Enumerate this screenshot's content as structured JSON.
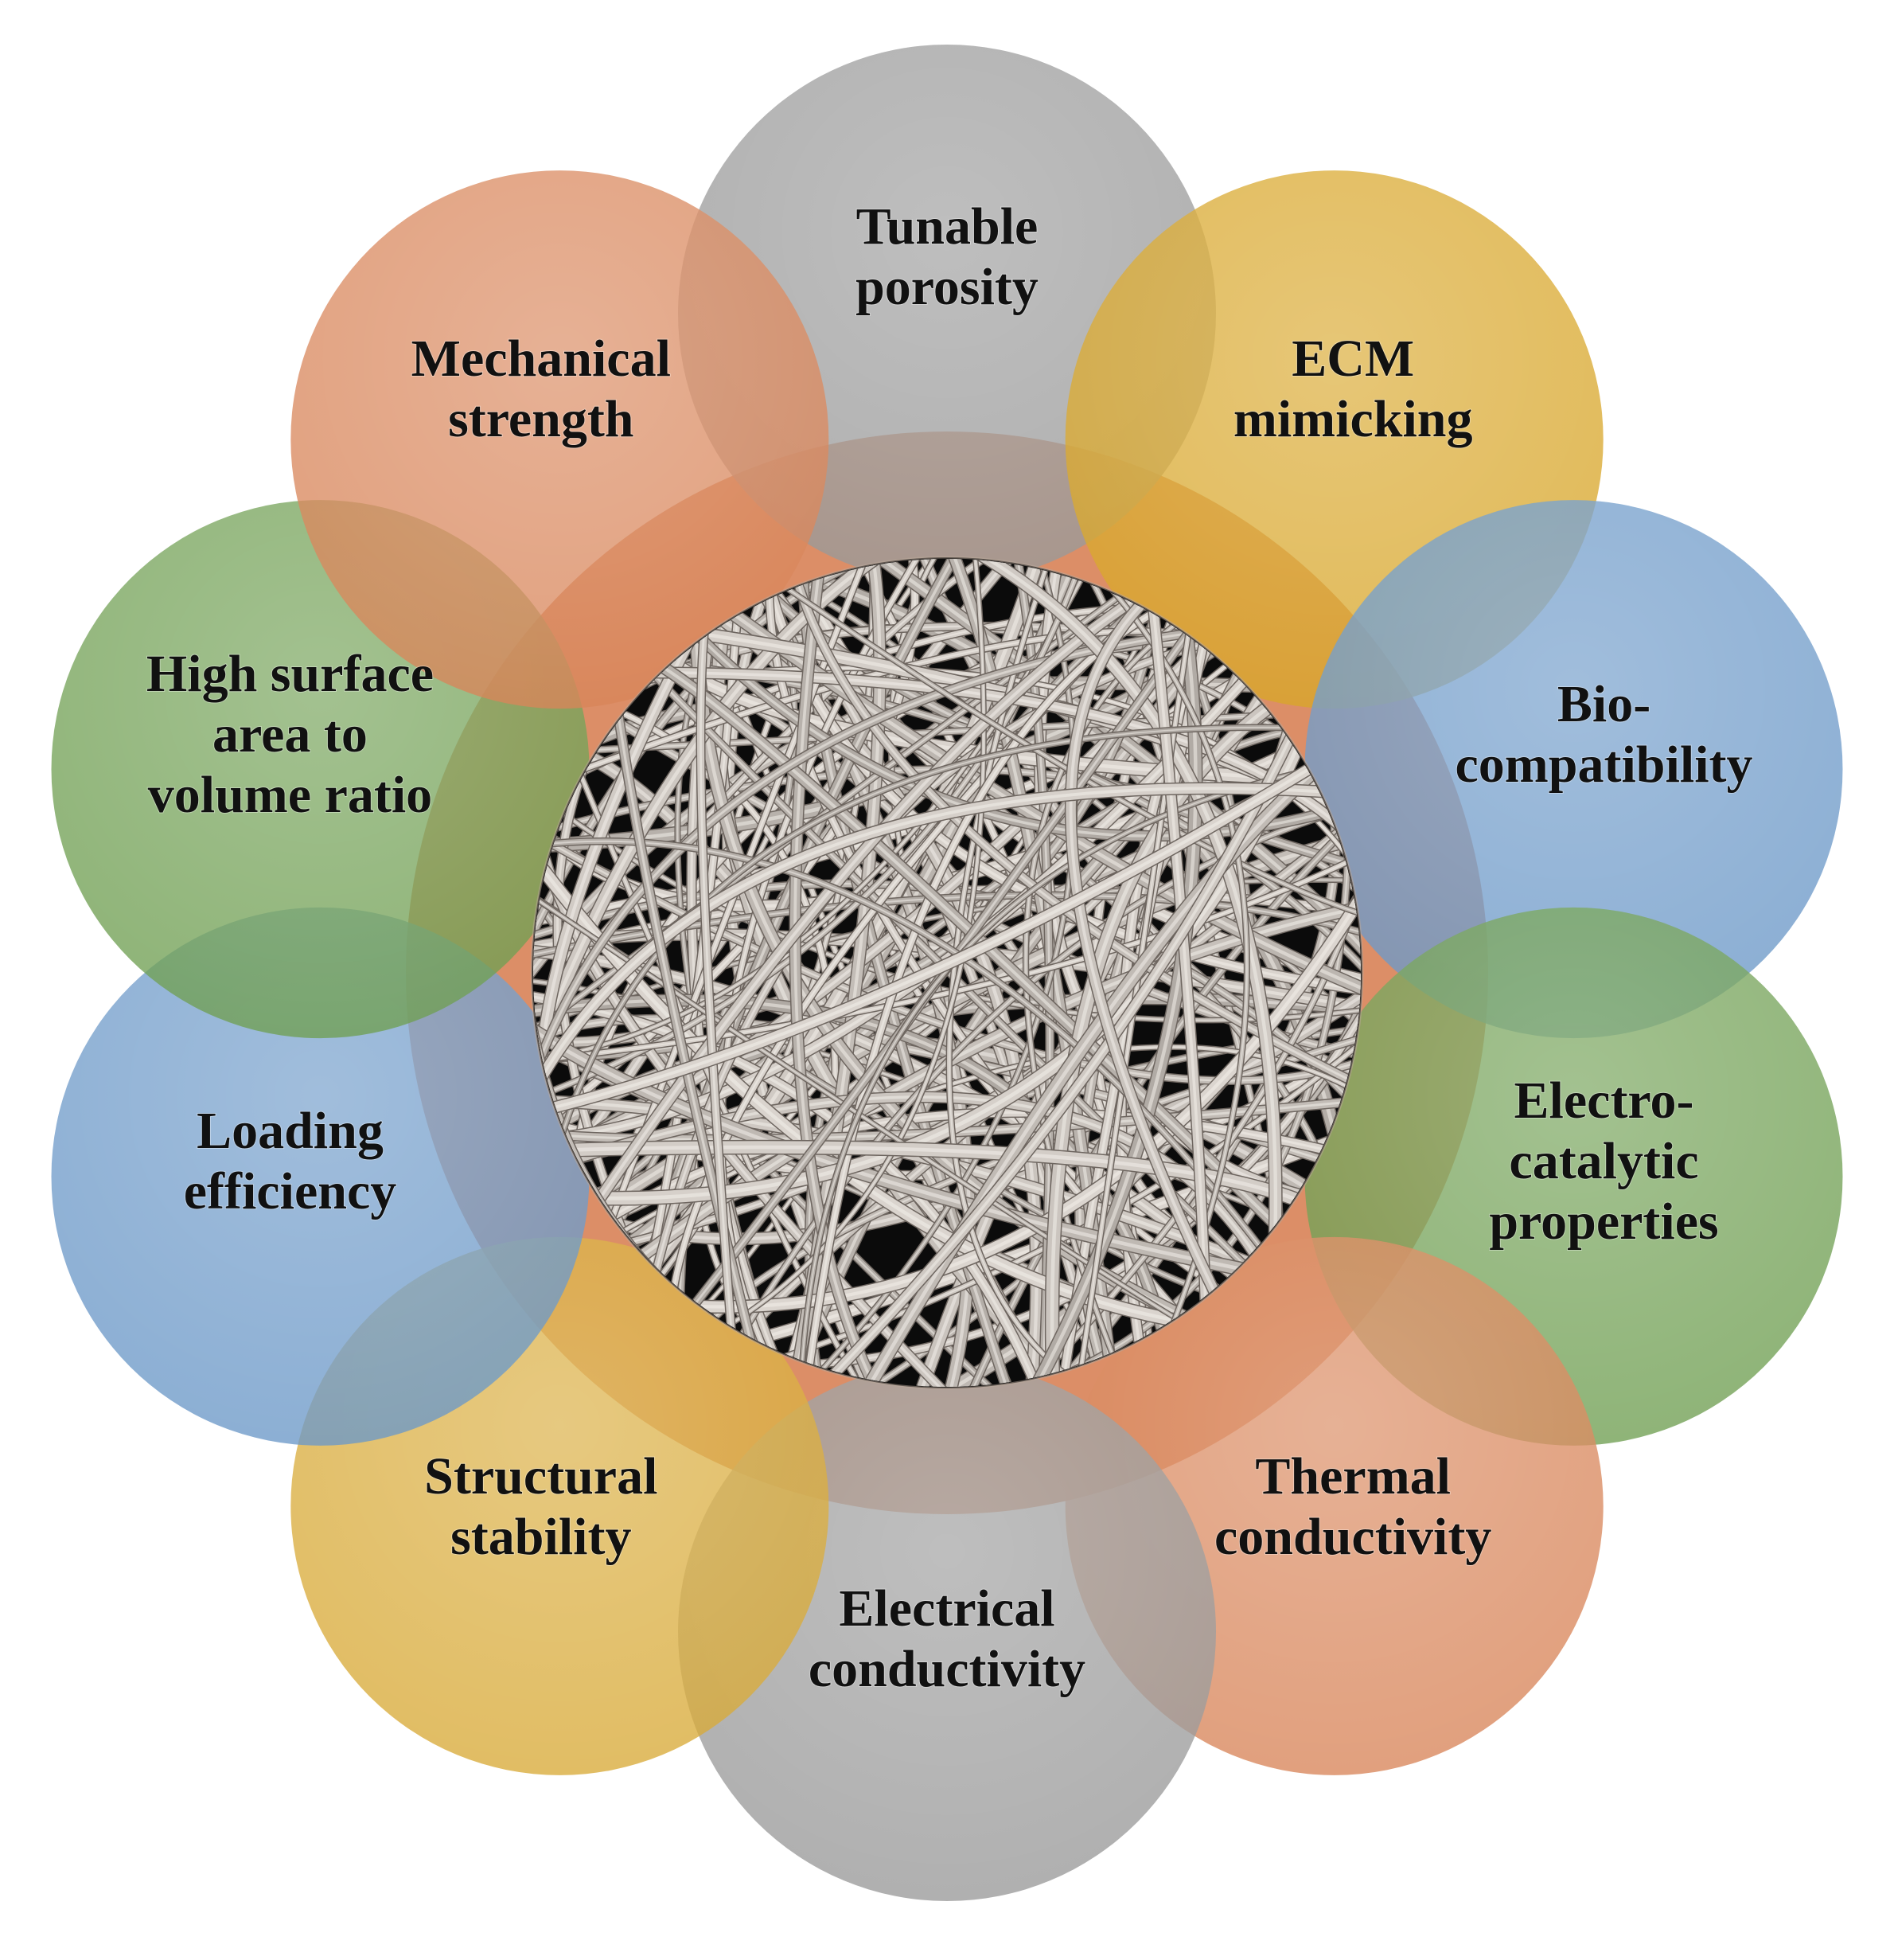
{
  "center": {
    "image": "nanofiber-mesh-image",
    "ring_color": "#d9845a"
  },
  "petals": [
    {
      "id": "tunable-porosity",
      "lines": [
        "Tunable",
        "porosity"
      ],
      "color": "#9a9a9a"
    },
    {
      "id": "ecm-mimicking",
      "lines": [
        "ECM",
        "mimicking"
      ],
      "color": "#d9a72a"
    },
    {
      "id": "biocompatibility",
      "lines": [
        "Bio-",
        "compatibility"
      ],
      "color": "#6b98c8"
    },
    {
      "id": "electrocatalytic-properties",
      "lines": [
        "Electro-",
        "catalytic",
        "properties"
      ],
      "color": "#6f9f52"
    },
    {
      "id": "thermal-conductivity",
      "lines": [
        "Thermal",
        "conductivity"
      ],
      "color": "#d9855a"
    },
    {
      "id": "electrical-conductivity",
      "lines": [
        "Electrical",
        "conductivity"
      ],
      "color": "#9a9a9a"
    },
    {
      "id": "structural-stability",
      "lines": [
        "Structural",
        "stability"
      ],
      "color": "#d9aa38"
    },
    {
      "id": "loading-efficiency",
      "lines": [
        "Loading",
        "efficiency"
      ],
      "color": "#6b98c8"
    },
    {
      "id": "high-surface-area",
      "lines": [
        "High surface",
        "area to",
        "volume ratio"
      ],
      "color": "#6f9f52"
    },
    {
      "id": "mechanical-strength",
      "lines": [
        "Mechanical",
        "strength"
      ],
      "color": "#d9855a"
    }
  ]
}
